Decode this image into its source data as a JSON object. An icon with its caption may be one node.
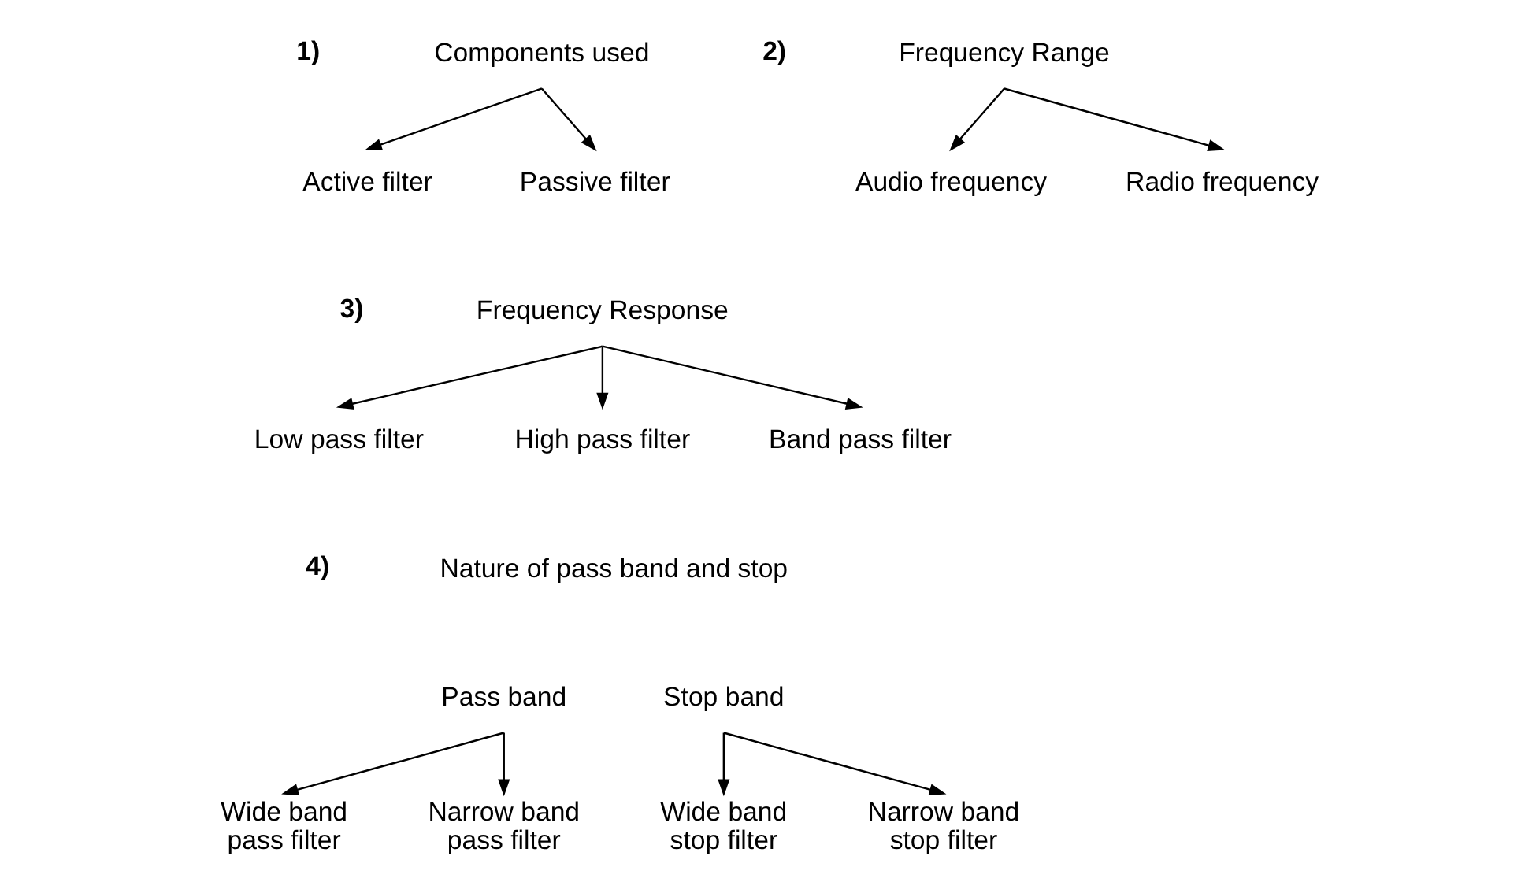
{
  "diagram": {
    "nodes": [
      {
        "text": [
          "Components used"
        ]
      },
      {
        "text": [
          "Active filter"
        ]
      },
      {
        "text": [
          "Passive filter"
        ]
      },
      {
        "text": [
          "Frequency Range"
        ]
      },
      {
        "text": [
          "Audio frequency"
        ]
      },
      {
        "text": [
          "Radio frequency"
        ]
      },
      {
        "text": [
          "Frequency Response"
        ]
      },
      {
        "text": [
          "Low pass filter"
        ]
      },
      {
        "text": [
          "High pass filter"
        ]
      },
      {
        "text": [
          "Band pass filter"
        ]
      },
      {
        "text": [
          "Pass band"
        ]
      },
      {
        "text": [
          "Wide band pass filter"
        ]
      },
      {
        "text": [
          "Narrow band pass filter"
        ]
      },
      {
        "text": [
          "Stop band"
        ]
      },
      {
        "text": [
          "Wide band stop filter"
        ]
      },
      {
        "text": [
          "Narrow band stop filter"
        ]
      }
    ],
    "edges": [
      {
        "from": 0,
        "to": 1,
        "arrow": "to"
      },
      {
        "from": 0,
        "to": 2,
        "arrow": "to"
      },
      {
        "from": 3,
        "to": 4,
        "arrow": "to"
      },
      {
        "from": 3,
        "to": 5,
        "arrow": "to"
      },
      {
        "from": 6,
        "to": 7,
        "arrow": "to"
      },
      {
        "from": 6,
        "to": 8,
        "arrow": "to"
      },
      {
        "from": 6,
        "to": 9,
        "arrow": "to"
      },
      {
        "from": 10,
        "to": 11,
        "arrow": "to"
      },
      {
        "from": 10,
        "to": 12,
        "arrow": "to"
      },
      {
        "from": 13,
        "to": 14,
        "arrow": "to"
      },
      {
        "from": 13,
        "to": 15,
        "arrow": "to"
      }
    ],
    "labels": [
      "1)",
      "2)",
      "3)",
      "4)",
      "Nature of pass band and stop"
    ]
  }
}
